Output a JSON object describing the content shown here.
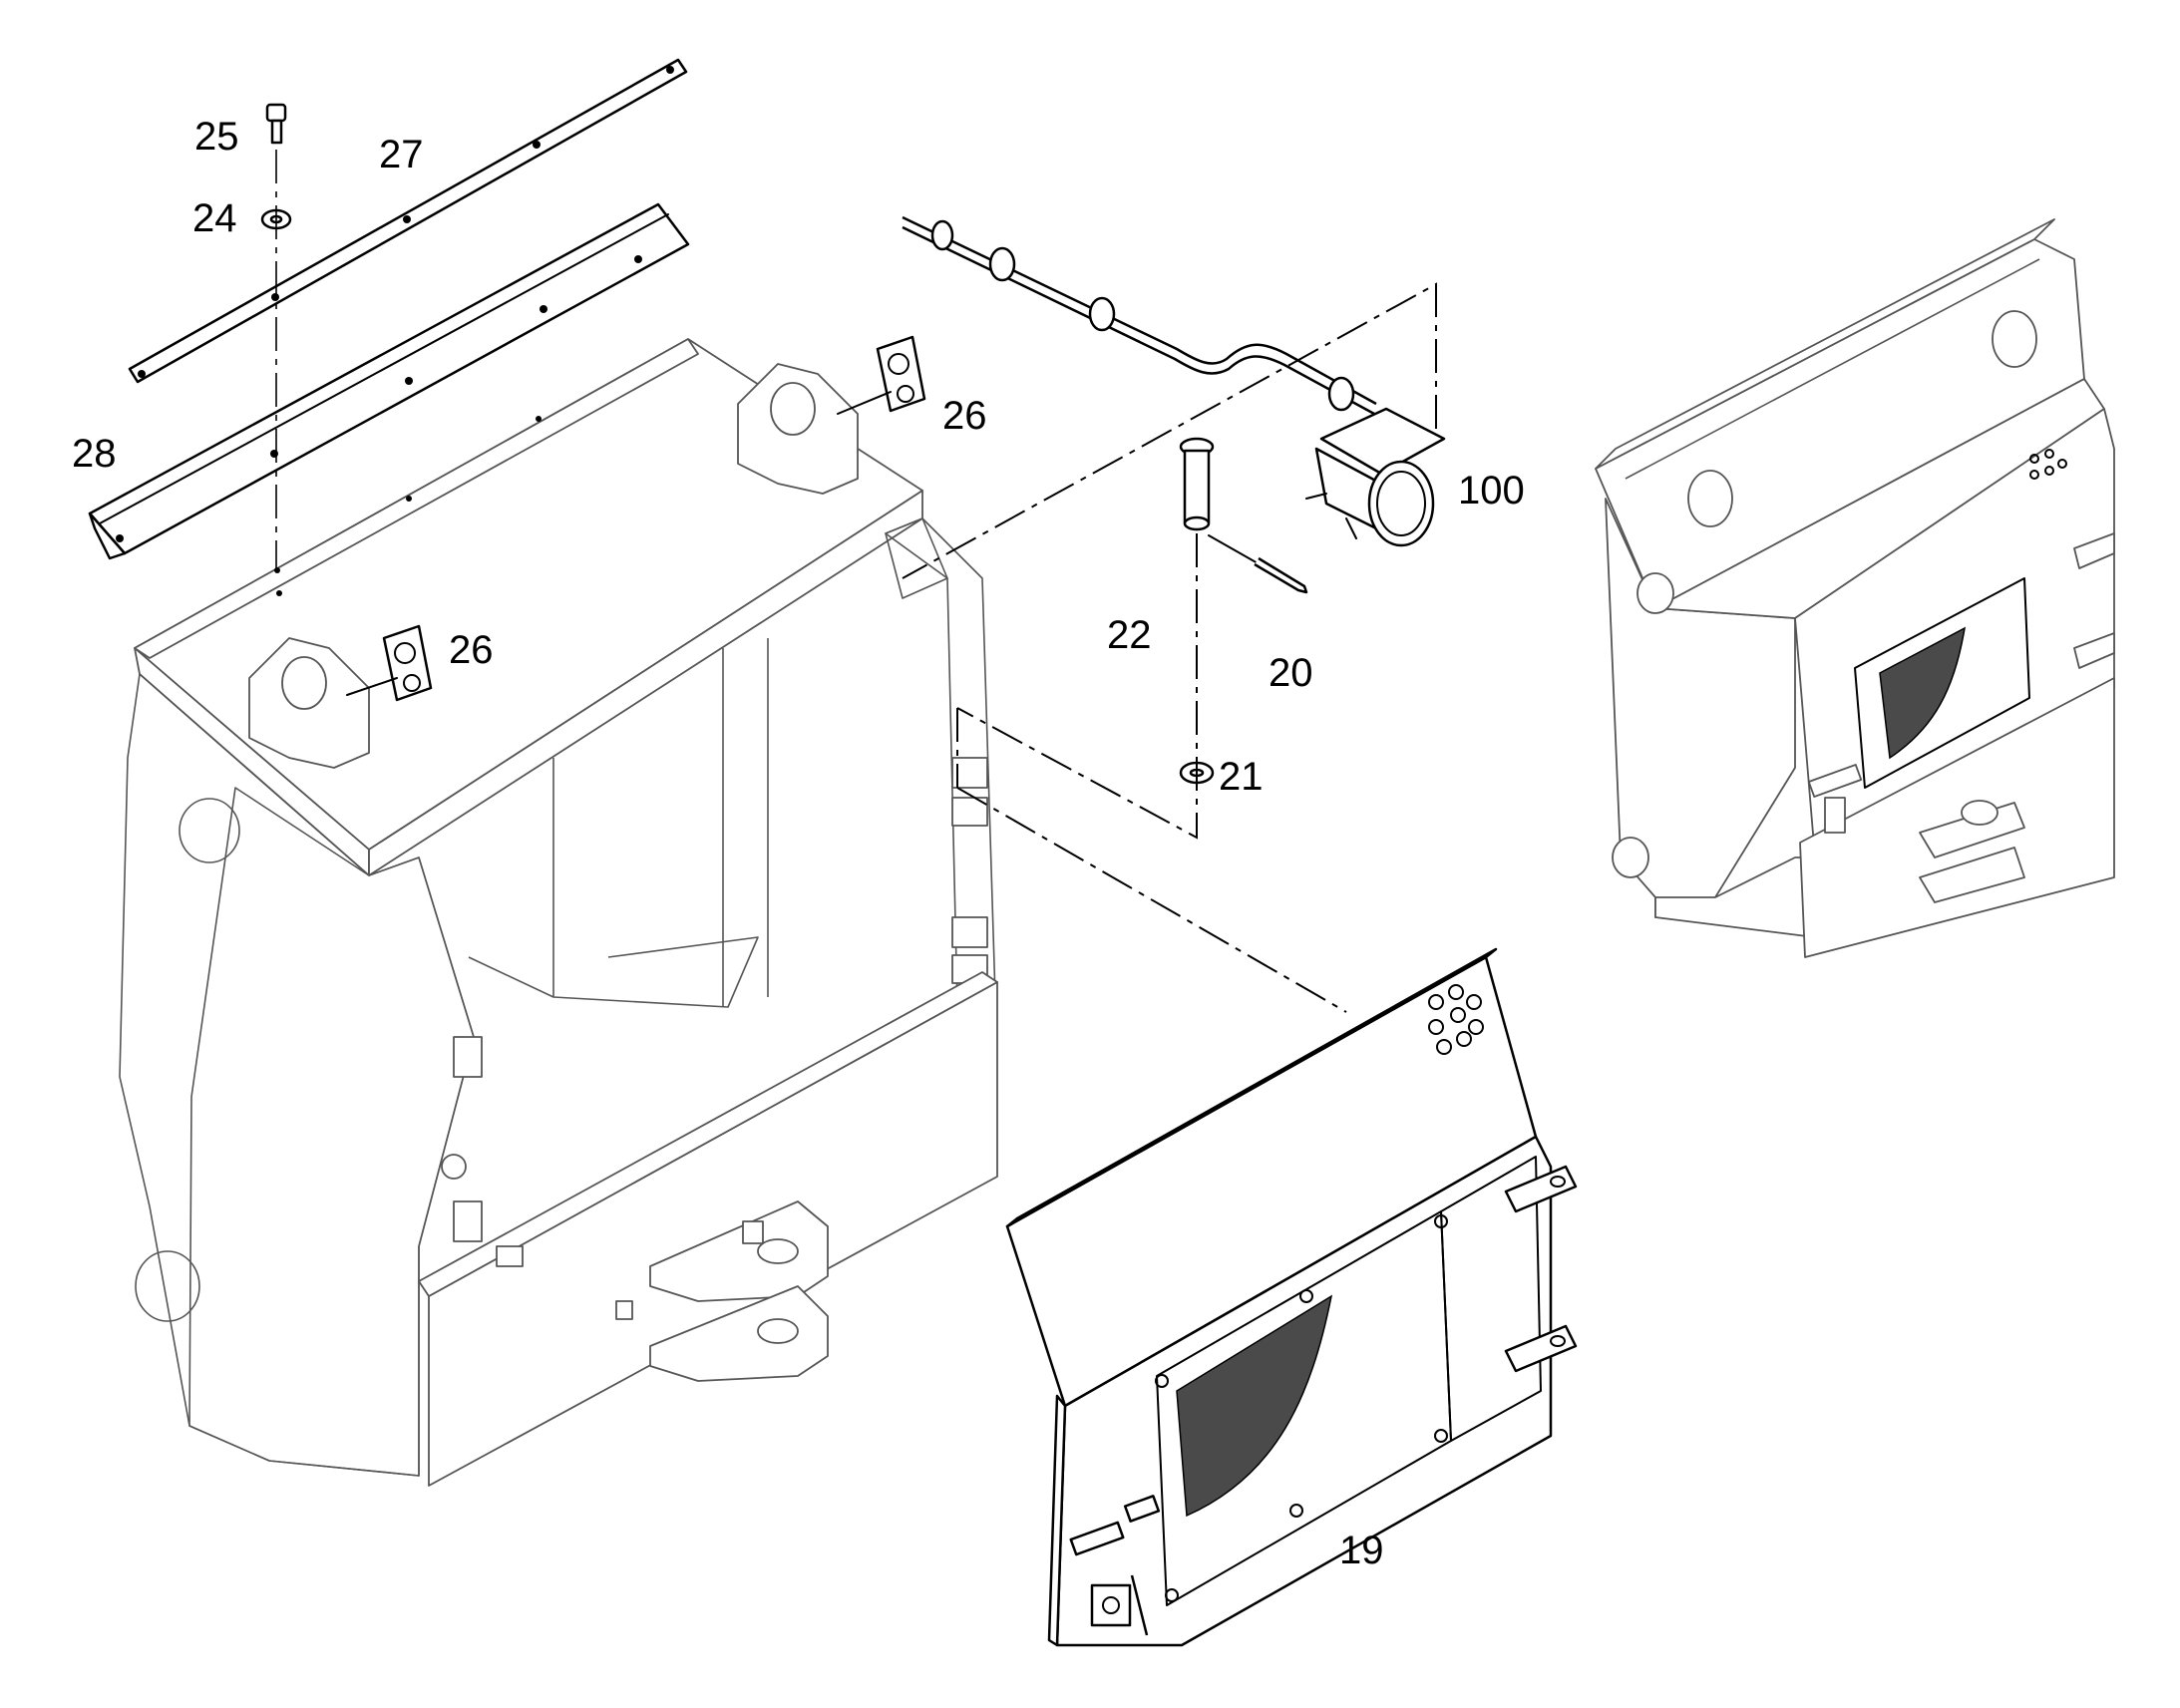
{
  "diagram": {
    "callouts": [
      {
        "id": "c19",
        "label": "19"
      },
      {
        "id": "c20",
        "label": "20"
      },
      {
        "id": "c21",
        "label": "21"
      },
      {
        "id": "c22",
        "label": "22"
      },
      {
        "id": "c24",
        "label": "24"
      },
      {
        "id": "c25",
        "label": "25"
      },
      {
        "id": "c26a",
        "label": "26"
      },
      {
        "id": "c26b",
        "label": "26"
      },
      {
        "id": "c27",
        "label": "27"
      },
      {
        "id": "c28",
        "label": "28"
      },
      {
        "id": "c100",
        "label": "100"
      }
    ],
    "colors": {
      "line": "#000000",
      "ghost": "#555555",
      "hatch": "#4a4a4a",
      "background": "#ffffff"
    }
  }
}
